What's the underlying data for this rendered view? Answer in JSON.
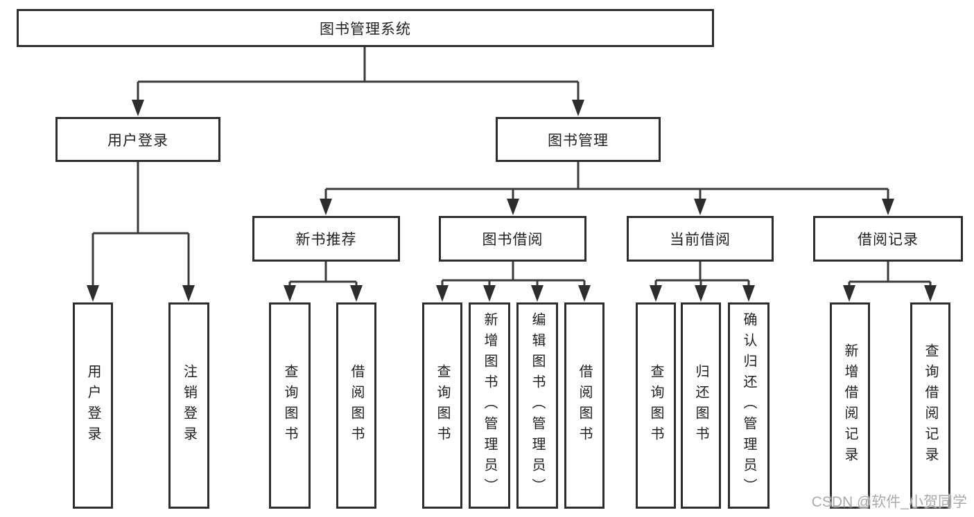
{
  "diagram": {
    "root": "图书管理系统",
    "branches": [
      {
        "label": "用户登录",
        "children": [
          "用户登录",
          "注销登录"
        ]
      },
      {
        "label": "图书管理",
        "groups": [
          {
            "label": "新书推荐",
            "children": [
              "查询图书",
              "借阅图书"
            ]
          },
          {
            "label": "图书借阅",
            "children": [
              "查询图书",
              "新增图书（管理员）",
              "编辑图书（管理员）",
              "借阅图书"
            ]
          },
          {
            "label": "当前借阅",
            "children": [
              "查询图书",
              "归还图书",
              "确认归还（管理员）"
            ]
          },
          {
            "label": "借阅记录",
            "children": [
              "新增借阅记录",
              "查询借阅记录"
            ]
          }
        ]
      }
    ]
  },
  "watermark": {
    "text": "CSDN @软件_小贺同学"
  },
  "colors": {
    "line": "#3a3a3a",
    "border": "#2d2d2d",
    "text": "#1f1f1f",
    "watermark": "#aaaaaa",
    "background": "#ffffff"
  }
}
